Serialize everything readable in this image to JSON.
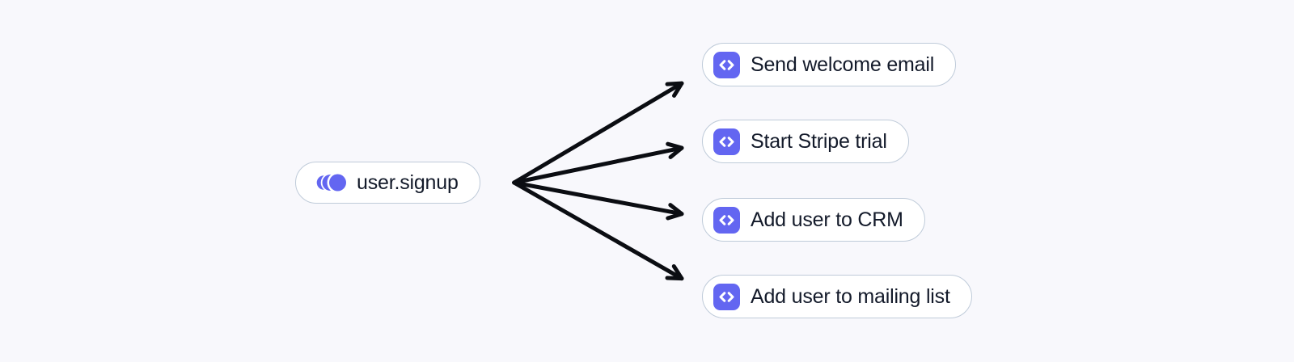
{
  "diagram": {
    "event_node": {
      "label": "user.signup",
      "icon": "event-pulse-icon"
    },
    "function_nodes": [
      {
        "label": "Send welcome email",
        "icon": "code-brackets-icon"
      },
      {
        "label": "Start Stripe trial",
        "icon": "code-brackets-icon"
      },
      {
        "label": "Add user to CRM",
        "icon": "code-brackets-icon"
      },
      {
        "label": "Add user to mailing list",
        "icon": "code-brackets-icon"
      }
    ],
    "edges": [
      {
        "from": "user.signup",
        "to": "Send welcome email"
      },
      {
        "from": "user.signup",
        "to": "Start Stripe trial"
      },
      {
        "from": "user.signup",
        "to": "Add user to CRM"
      },
      {
        "from": "user.signup",
        "to": "Add user to mailing list"
      }
    ]
  },
  "colors": {
    "background": "#f8f8fc",
    "node_background": "#ffffff",
    "node_border": "#bfcbd9",
    "accent": "#6366f1",
    "text": "#131a2a",
    "arrow": "#0b0d12"
  }
}
